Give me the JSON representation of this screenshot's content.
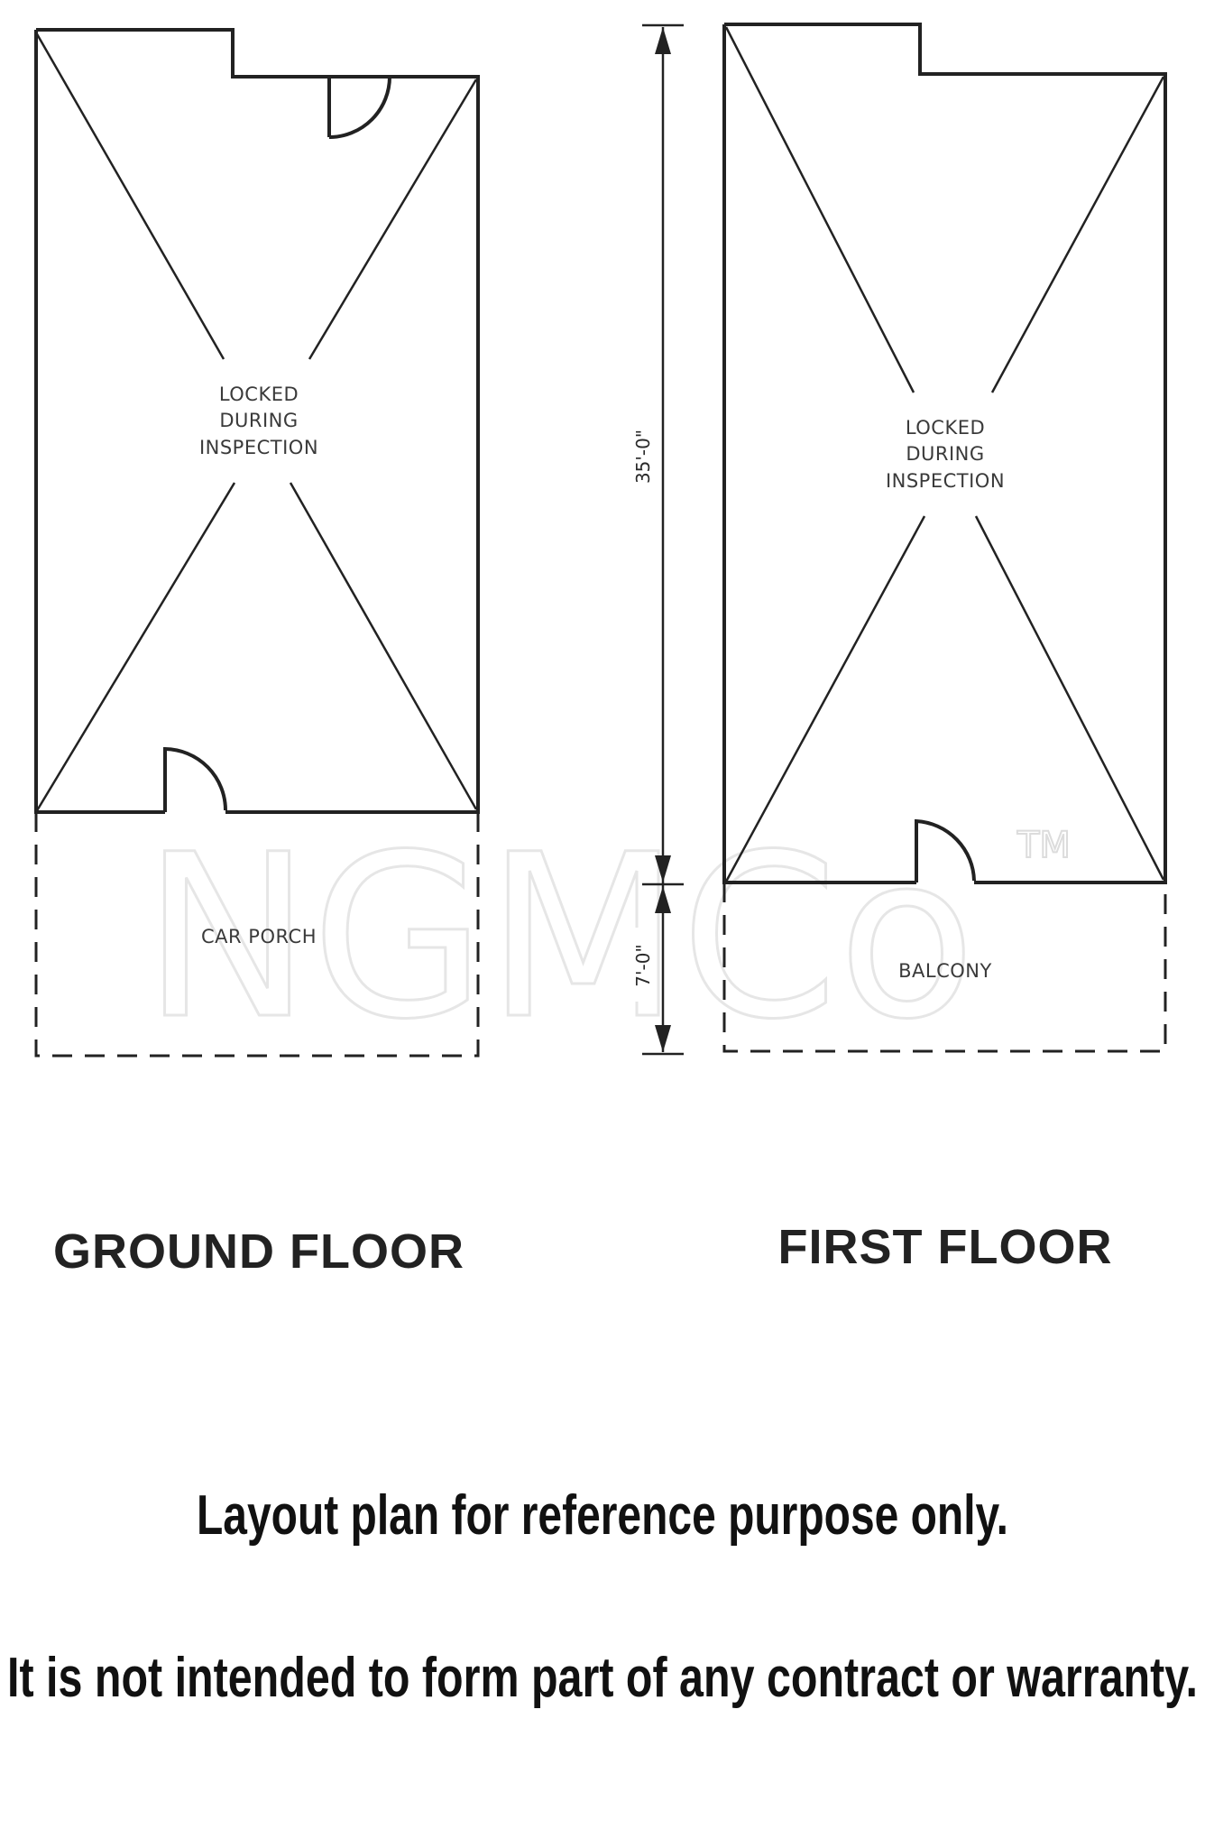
{
  "ground_floor": {
    "title": "GROUND FLOOR",
    "main_label": [
      "LOCKED",
      "DURING",
      "INSPECTION"
    ],
    "porch_label": "CAR PORCH"
  },
  "first_floor": {
    "title": "FIRST FLOOR",
    "main_label": [
      "LOCKED",
      "DURING",
      "INSPECTION"
    ],
    "balcony_label": "BALCONY"
  },
  "dimensions": {
    "main_length": "35'-0\"",
    "extension_length": "7'-0\""
  },
  "watermark": {
    "text": "NGMCo",
    "trademark": "TM"
  },
  "disclaimer": {
    "line1": "Layout plan for reference purpose only.",
    "line2": "It is not intended to form part of any contract or warranty."
  }
}
